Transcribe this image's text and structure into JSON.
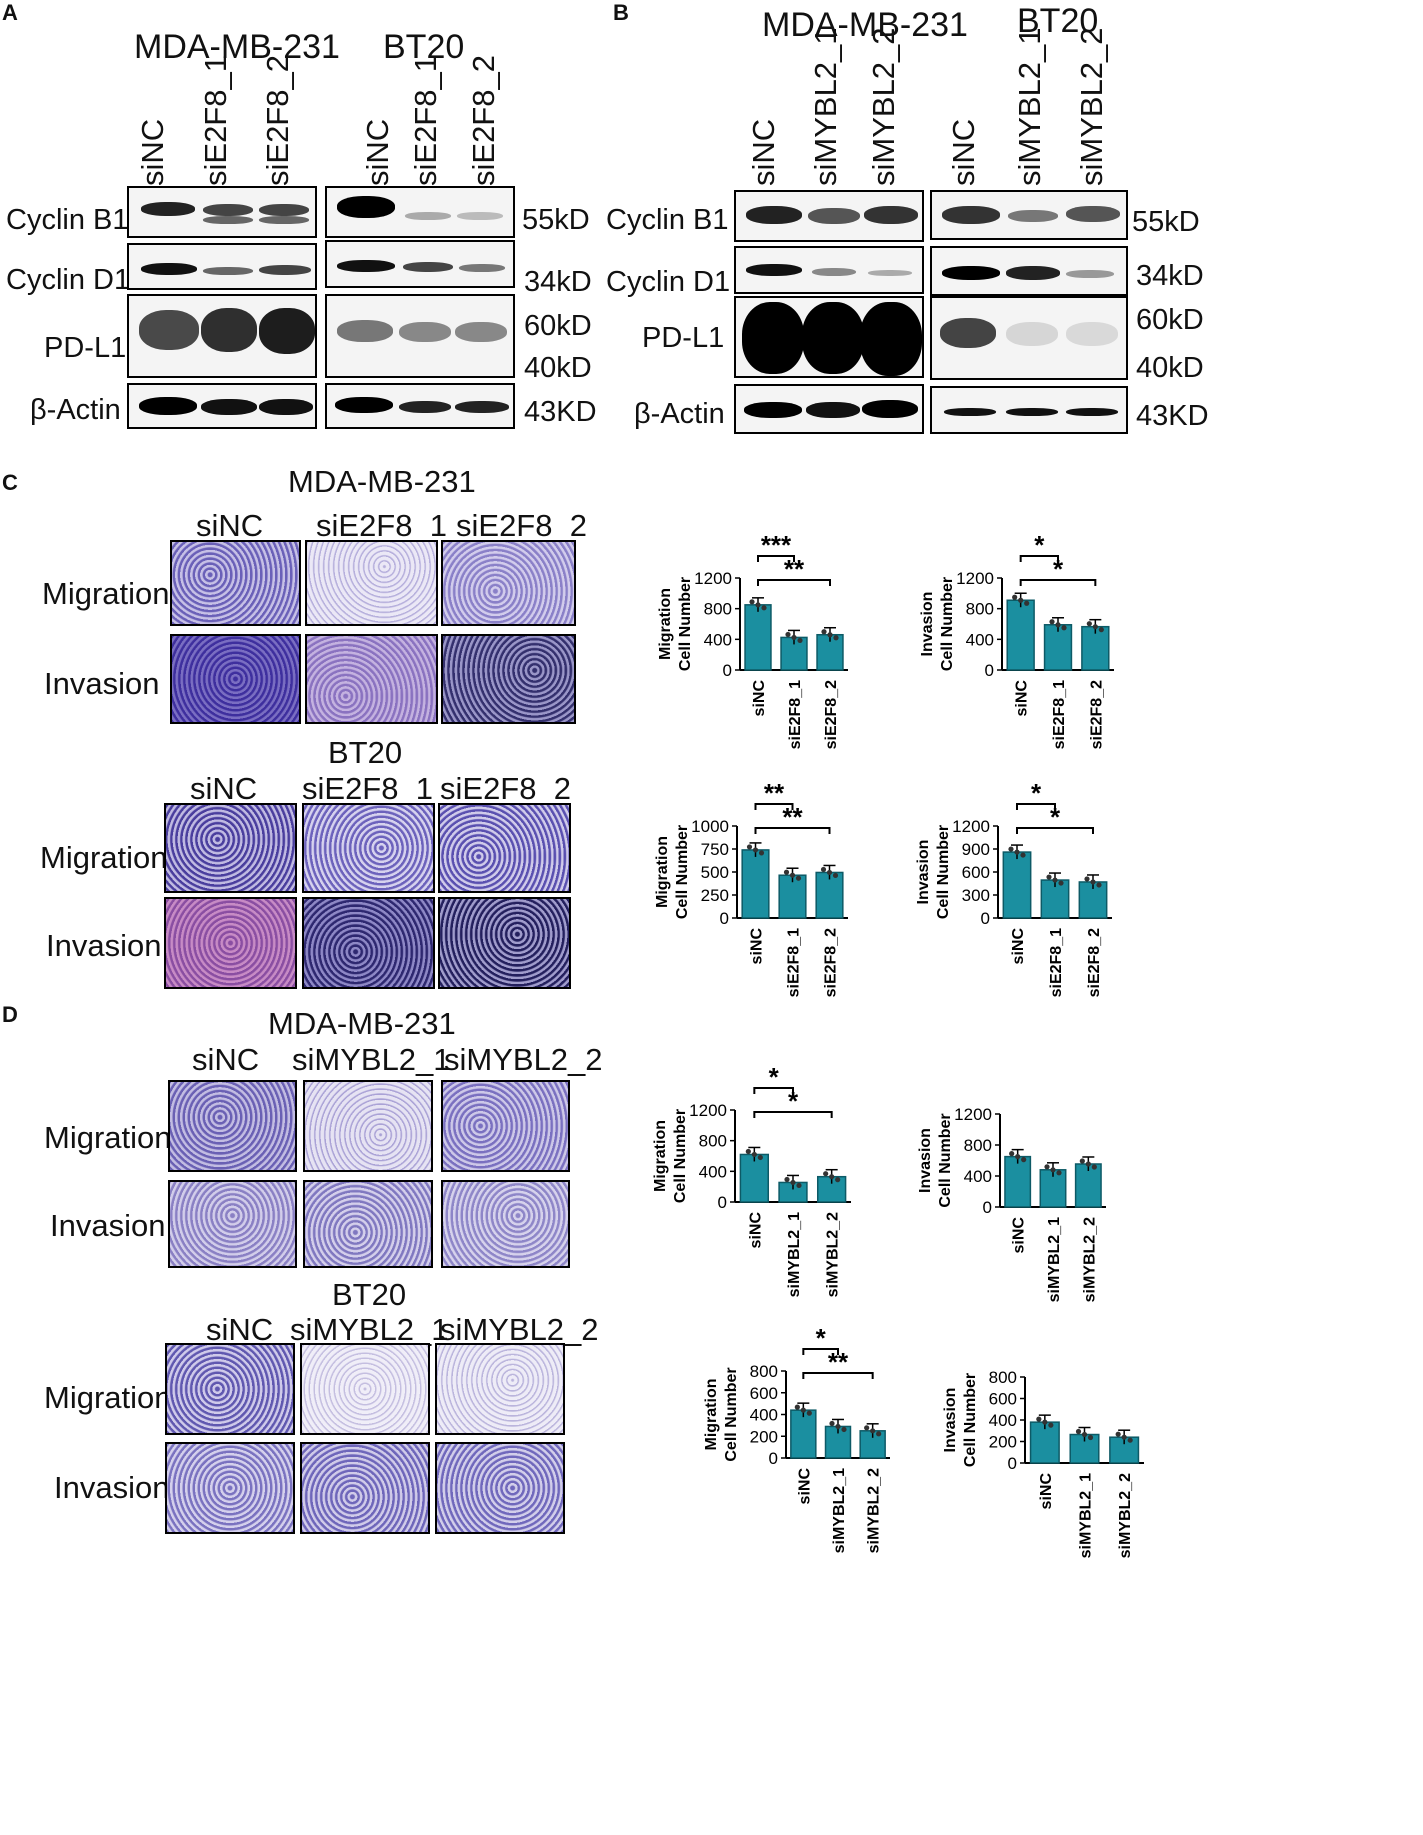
{
  "panels": {
    "A": {
      "label": "A",
      "cell_lines": [
        "MDA-MB-231",
        "BT20"
      ],
      "lanes": [
        "siNC",
        "siE2F8_1",
        "siE2F8_2"
      ],
      "rows": [
        "Cyclin B1",
        "Cyclin D1",
        "PD-L1",
        "β-Actin"
      ],
      "sizes": [
        "55kD",
        "34kD",
        "60kD",
        "40kD",
        "43KD"
      ]
    },
    "B": {
      "label": "B",
      "cell_lines": [
        "MDA-MB-231",
        "BT20"
      ],
      "lanes": [
        "siNC",
        "siMYBL2_1",
        "siMYBL2_2"
      ],
      "rows": [
        "Cyclin B1",
        "Cyclin D1",
        "PD-L1",
        "β-Actin"
      ],
      "sizes": [
        "55kD",
        "34kD",
        "60kD",
        "40kD",
        "43KD"
      ]
    },
    "C": {
      "label": "C",
      "groups": [
        {
          "cell_line": "MDA-MB-231",
          "cols": [
            "siNC",
            "siE2F8_1",
            "siE2F8_2"
          ],
          "rows": [
            "Migration",
            "Invasion"
          ]
        },
        {
          "cell_line": "BT20",
          "cols": [
            "siNC",
            "siE2F8_1",
            "siE2F8_2"
          ],
          "rows": [
            "Migration",
            "Invasion"
          ]
        }
      ]
    },
    "D": {
      "label": "D",
      "groups": [
        {
          "cell_line": "MDA-MB-231",
          "cols": [
            "siNC",
            "siMYBL2_1",
            "siMYBL2_2"
          ],
          "rows": [
            "Migration",
            "Invasion"
          ]
        },
        {
          "cell_line": "BT20",
          "cols": [
            "siNC",
            "siMYBL2_1",
            "siMYBL2_2"
          ],
          "rows": [
            "Migration",
            "Invasion"
          ]
        }
      ]
    }
  },
  "colors": {
    "bar": "#1b8fa0",
    "stain_dark": "#4b3f9e",
    "stain_light": "#c9c3e6",
    "stain_pink": "#9b5a9e"
  },
  "chart_data": [
    {
      "id": "c1",
      "type": "bar",
      "ylabel": "Migration\nCell Number",
      "categories": [
        "siNC",
        "siE2F8_1",
        "siE2F8_2"
      ],
      "values": [
        850,
        425,
        460
      ],
      "ylim": [
        0,
        1200
      ],
      "yticks": [
        0,
        400,
        800,
        1200
      ],
      "significance": [
        {
          "from": 0,
          "to": 1,
          "label": "***"
        },
        {
          "from": 0,
          "to": 2,
          "label": "**"
        }
      ]
    },
    {
      "id": "c2",
      "type": "bar",
      "ylabel": "Invasion\nCell Number",
      "categories": [
        "siNC",
        "siE2F8_1",
        "siE2F8_2"
      ],
      "values": [
        910,
        590,
        565
      ],
      "ylim": [
        0,
        1200
      ],
      "yticks": [
        0,
        400,
        800,
        1200
      ],
      "significance": [
        {
          "from": 0,
          "to": 1,
          "label": "*"
        },
        {
          "from": 0,
          "to": 2,
          "label": "*"
        }
      ]
    },
    {
      "id": "c3",
      "type": "bar",
      "ylabel": "Migration\nCell Number",
      "categories": [
        "siNC",
        "siE2F8_1",
        "siE2F8_2"
      ],
      "values": [
        740,
        465,
        495
      ],
      "ylim": [
        0,
        1000
      ],
      "yticks": [
        0,
        250,
        500,
        750,
        1000
      ],
      "significance": [
        {
          "from": 0,
          "to": 1,
          "label": "**"
        },
        {
          "from": 0,
          "to": 2,
          "label": "**"
        }
      ]
    },
    {
      "id": "c4",
      "type": "bar",
      "ylabel": "Invasion\nCell Number",
      "categories": [
        "siNC",
        "siE2F8_1",
        "siE2F8_2"
      ],
      "values": [
        860,
        495,
        470
      ],
      "ylim": [
        0,
        1200
      ],
      "yticks": [
        0,
        300,
        600,
        900,
        1200
      ],
      "significance": [
        {
          "from": 0,
          "to": 1,
          "label": "*"
        },
        {
          "from": 0,
          "to": 2,
          "label": "*"
        }
      ]
    },
    {
      "id": "c5",
      "type": "bar",
      "ylabel": "Migration\nCell Number",
      "categories": [
        "siNC",
        "siMYBL2_1",
        "siMYBL2_2"
      ],
      "values": [
        620,
        255,
        330
      ],
      "ylim": [
        0,
        1200
      ],
      "yticks": [
        0,
        400,
        800,
        1200
      ],
      "significance": [
        {
          "from": 0,
          "to": 1,
          "label": "*"
        },
        {
          "from": 0,
          "to": 2,
          "label": "*"
        }
      ]
    },
    {
      "id": "c6",
      "type": "bar",
      "ylabel": "Invasion\nCell Number",
      "categories": [
        "siNC",
        "siMYBL2_1",
        "siMYBL2_2"
      ],
      "values": [
        650,
        480,
        555
      ],
      "ylim": [
        0,
        1200
      ],
      "yticks": [
        0,
        400,
        800,
        1200
      ],
      "significance": []
    },
    {
      "id": "c7",
      "type": "bar",
      "ylabel": "Migration\nCell Number",
      "categories": [
        "siNC",
        "siMYBL2_1",
        "siMYBL2_2"
      ],
      "values": [
        440,
        290,
        250
      ],
      "ylim": [
        0,
        800
      ],
      "yticks": [
        0,
        200,
        400,
        600,
        800
      ],
      "significance": [
        {
          "from": 0,
          "to": 1,
          "label": "*"
        },
        {
          "from": 0,
          "to": 2,
          "label": "**"
        }
      ]
    },
    {
      "id": "c8",
      "type": "bar",
      "ylabel": "Invasion\nCell Number",
      "categories": [
        "siNC",
        "siMYBL2_1",
        "siMYBL2_2"
      ],
      "values": [
        380,
        265,
        240
      ],
      "ylim": [
        0,
        800
      ],
      "yticks": [
        0,
        200,
        400,
        600,
        800
      ],
      "significance": []
    }
  ]
}
